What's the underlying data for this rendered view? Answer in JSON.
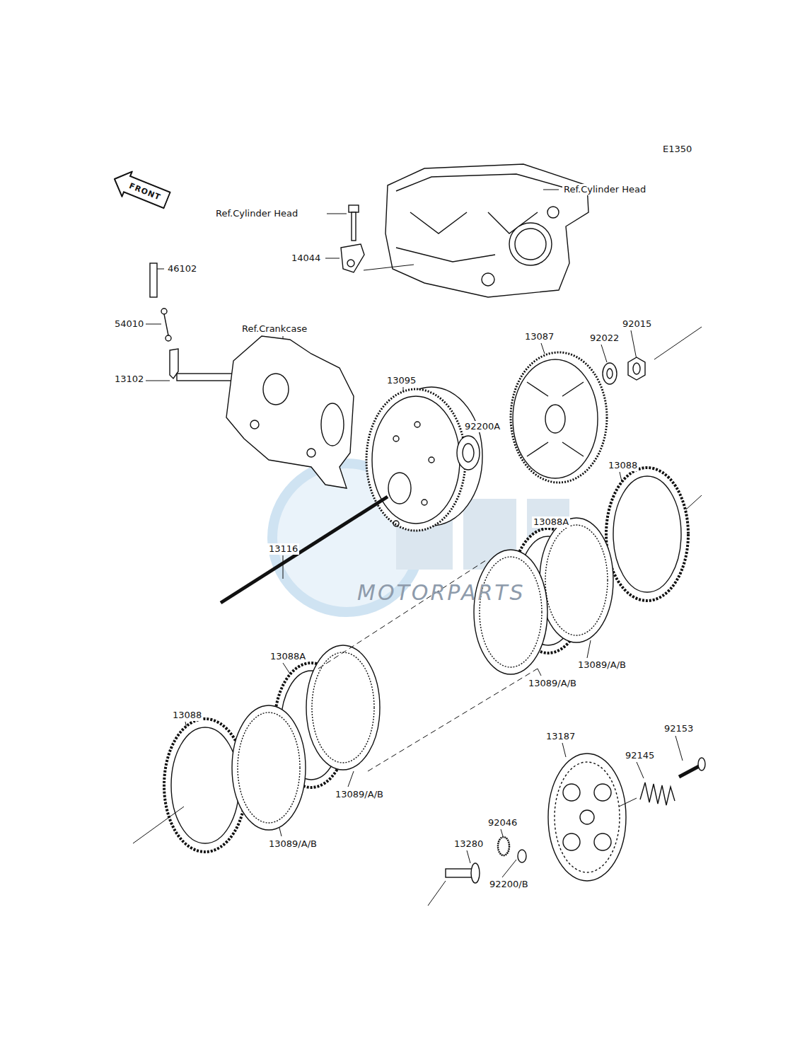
{
  "diagram": {
    "nodes": [
      {
        "text": [
          "FRONT"
        ]
      }
    ],
    "labels": [
      "E1350",
      "Ref.Cylinder Head",
      "Ref.Cylinder Head",
      "14044",
      "46102",
      "54010",
      "Ref.Crankcase",
      "13102",
      "13087",
      "92022",
      "92015",
      "13095",
      "92200A",
      "13088",
      "13088A",
      "13116",
      "13089/A/B",
      "13089/A/B",
      "13088A",
      "13088",
      "13089/A/B",
      "13089/A/B",
      "13187",
      "92153",
      "92145",
      "92046",
      "13280",
      "92200/B",
      "MOTORPARTS"
    ]
  }
}
